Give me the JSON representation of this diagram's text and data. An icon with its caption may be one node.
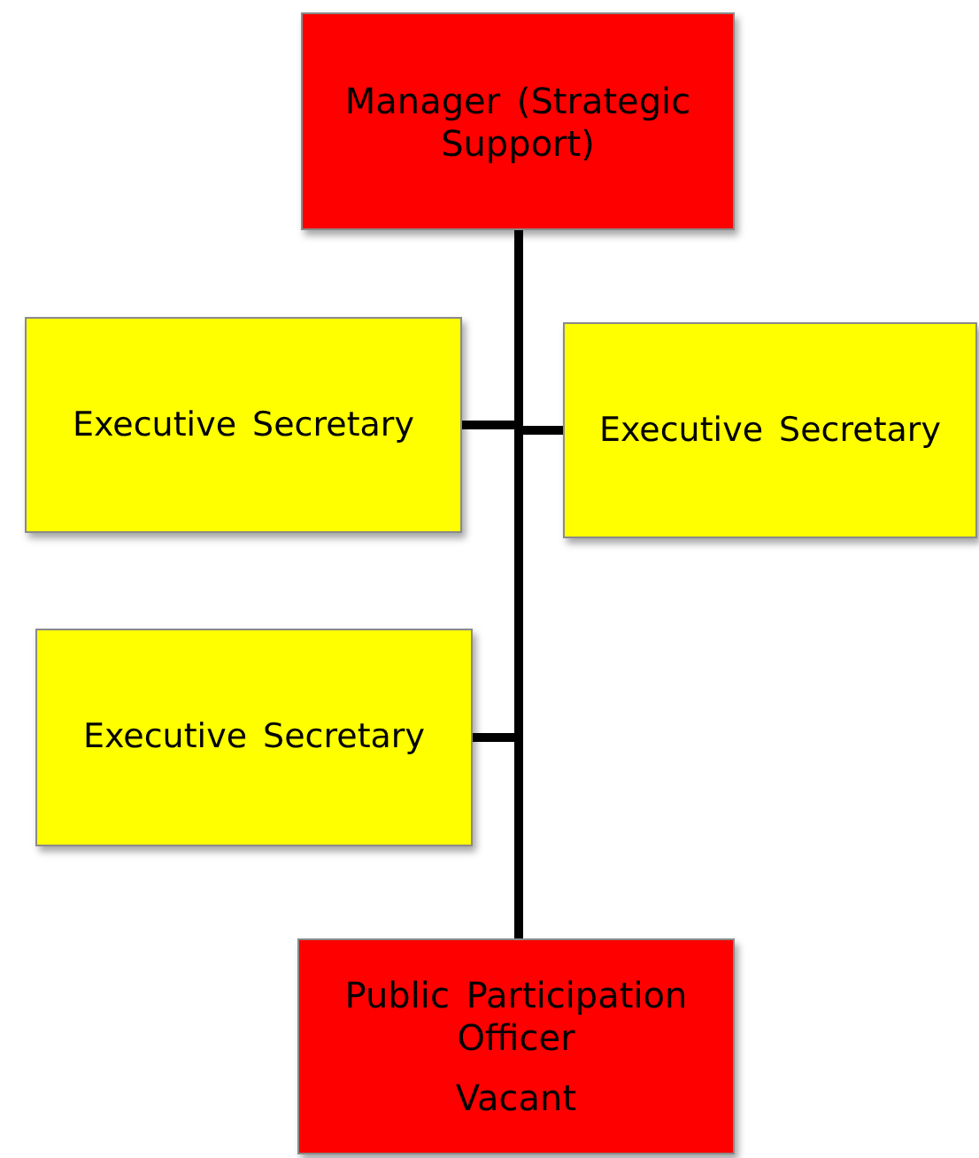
{
  "diagram": {
    "nodes": [
      {
        "text": [
          "Manager (Strategic Support)"
        ]
      },
      {
        "text": [
          "Executive Secretary"
        ]
      },
      {
        "text": [
          "Executive Secretary"
        ]
      },
      {
        "text": [
          "Executive Secretary"
        ]
      },
      {
        "text": [
          "Public Participation Officer",
          "Vacant"
        ]
      }
    ],
    "edges": [
      {
        "from": 0,
        "to": 1,
        "arrow": "none"
      },
      {
        "from": 0,
        "to": 2,
        "arrow": "none"
      },
      {
        "from": 0,
        "to": 3,
        "arrow": "none"
      },
      {
        "from": 0,
        "to": 4,
        "arrow": "none"
      }
    ]
  }
}
